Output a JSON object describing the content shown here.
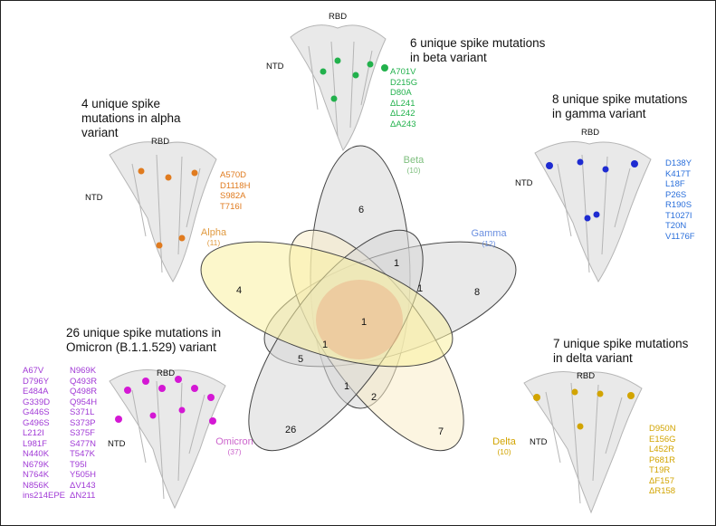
{
  "labels": {
    "rbd": "RBD",
    "ntd": "NTD"
  },
  "colors": {
    "beta": "#22b14c",
    "gamma": "#2a6fdb",
    "alpha": "#e07b1f",
    "delta": "#d2a400",
    "omicron": "#a13ad6",
    "omicron_struct": "#d418d4",
    "gamma_struct": "#1e2bd1"
  },
  "panels": {
    "beta": {
      "title_lines": [
        "6 unique spike mutations",
        "in beta variant"
      ],
      "mutations": [
        "A701V",
        "D215G",
        "D80A",
        "ΔL241",
        "ΔL242",
        "ΔA243"
      ]
    },
    "alpha": {
      "title_lines": [
        "4 unique spike",
        "mutations in alpha",
        "variant"
      ],
      "mutations": [
        "A570D",
        "D1118H",
        "S982A",
        "T716I"
      ]
    },
    "gamma": {
      "title_lines": [
        "8 unique spike mutations",
        "in gamma variant"
      ],
      "mutations": [
        "D138Y",
        "K417T",
        "L18F",
        "P26S",
        "R190S",
        "T1027I",
        "T20N",
        "V1176F"
      ]
    },
    "omicron": {
      "title_lines": [
        "26 unique spike mutations in",
        "Omicron (B.1.1.529) variant"
      ],
      "mutations_col1": [
        "A67V",
        "D796Y",
        "E484A",
        "G339D",
        "G446S",
        "G496S",
        "L212I",
        "L981F",
        "N440K",
        "N679K",
        "N764K",
        "N856K",
        "ins214EPE"
      ],
      "mutations_col2": [
        "N969K",
        "Q493R",
        "Q498R",
        "Q954H",
        "S371L",
        "S373P",
        "S375F",
        "S477N",
        "T547K",
        "T95I",
        "Y505H",
        "ΔV143",
        "ΔN211"
      ]
    },
    "delta": {
      "title_lines": [
        "7 unique spike mutations",
        "in delta variant"
      ],
      "mutations": [
        "D950N",
        "E156G",
        "L452R",
        "P681R",
        "T19R",
        "ΔF157",
        "ΔR158"
      ]
    }
  },
  "venn": {
    "sets": {
      "beta": {
        "name": "Beta",
        "count": "(10)"
      },
      "gamma": {
        "name": "Gamma",
        "count": "(12)"
      },
      "alpha": {
        "name": "Alpha",
        "count": "(11)"
      },
      "omicron": {
        "name": "Omicron",
        "count": "(37)"
      },
      "delta": {
        "name": "Delta",
        "count": "(10)"
      }
    },
    "region_values": {
      "beta_only": "6",
      "alpha_only": "4",
      "gamma_only": "8",
      "omicron_only": "26",
      "delta_only": "7",
      "center": "1",
      "n_top": "1",
      "n_right": "1",
      "n_left_a": "1",
      "n_left_b": "5",
      "n_bottom_a": "1",
      "n_bottom_b": "2"
    }
  }
}
